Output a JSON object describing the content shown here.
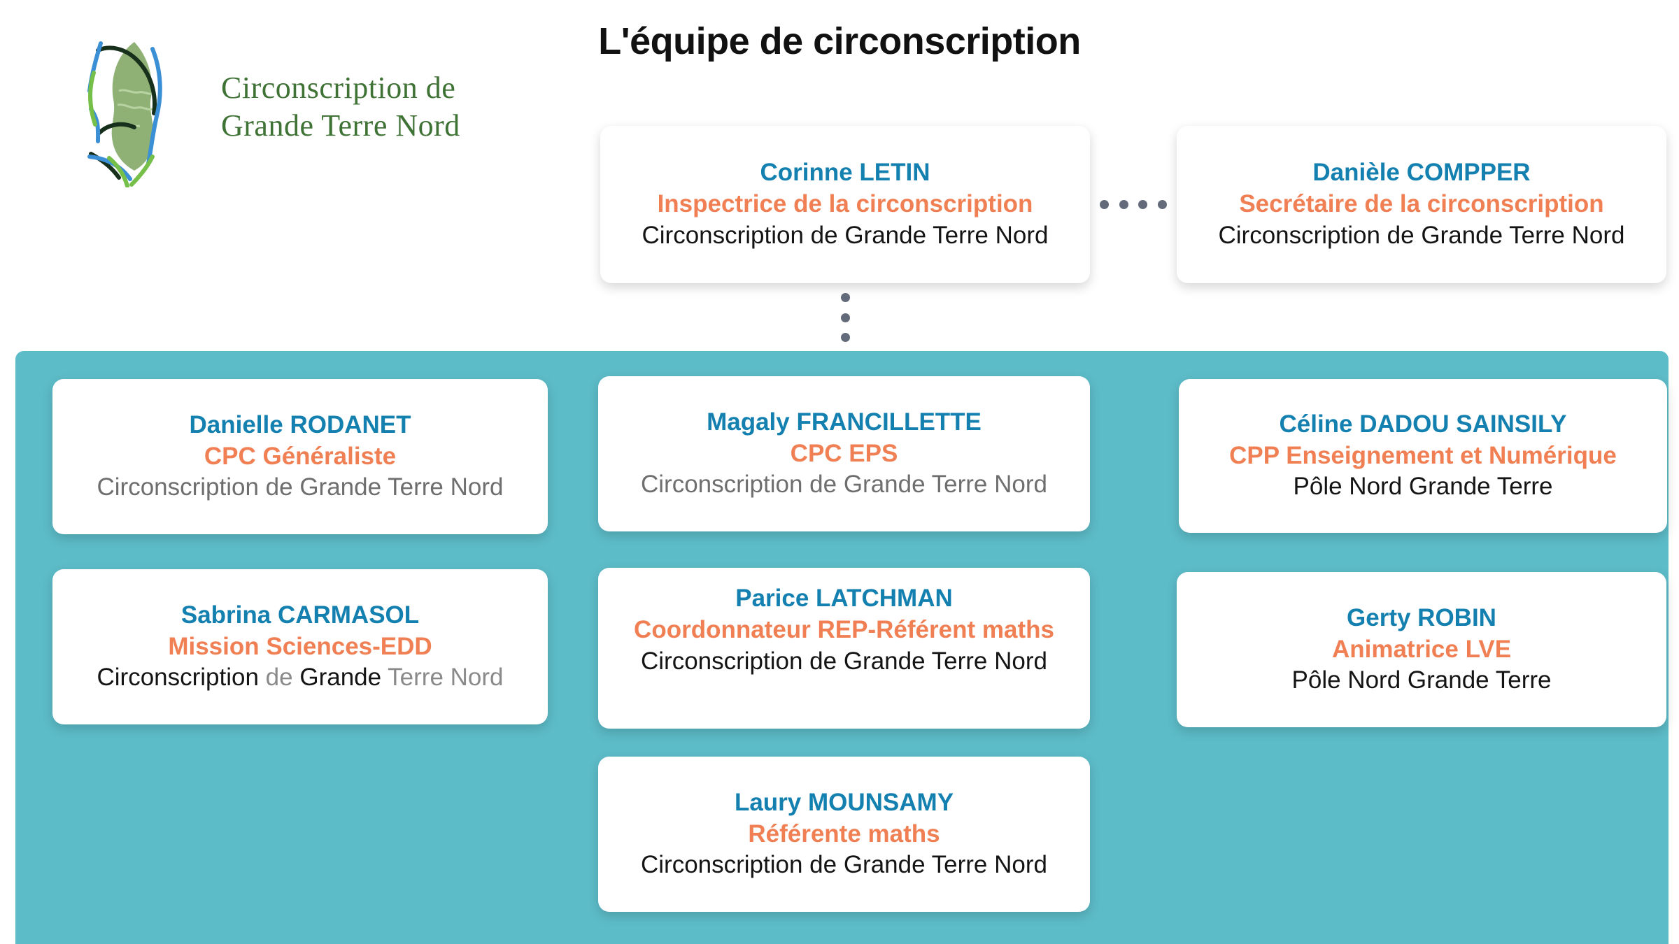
{
  "header": {
    "title": "L'équipe de circonscription",
    "logo": {
      "line1": "Circonscription de",
      "line2": "Grande Terre Nord",
      "mark_name": "grande-terre-nord-map-logo",
      "text_color": "#3f7235"
    }
  },
  "theme": {
    "panel_teal": "#5cbcc8",
    "name_blue": "#1380b0",
    "role_orange": "#f08054",
    "place_black": "#141414",
    "place_gray": "#8a8a8a",
    "connector_dot": "#636b7a"
  },
  "leadership": [
    {
      "name": "Corinne LETIN",
      "role": "Inspectrice de la circonscription",
      "place": "Circonscription de Grande Terre Nord"
    },
    {
      "name": "Danièle COMPPER",
      "role": "Secrétaire de la circonscription",
      "place": "Circonscription de Grande Terre Nord"
    }
  ],
  "connectors": {
    "horizontal_dots": 4,
    "vertical_dots": 3
  },
  "team": [
    {
      "name": "Danielle RODANET",
      "role": "CPC Généraliste",
      "place": "Circonscription de Grande Terre Nord"
    },
    {
      "name": "Magaly FRANCILLETTE",
      "role": "CPC EPS",
      "place": "Circonscription de Grande Terre Nord"
    },
    {
      "name": "Céline DADOU SAINSILY",
      "role": "CPP Enseignement et Numérique",
      "place": "Pôle Nord Grande Terre"
    },
    {
      "name": "Sabrina CARMASOL",
      "role": "Mission Sciences-EDD",
      "place_parts": [
        {
          "text": "Circonscription",
          "shade": "black"
        },
        {
          "text": " de ",
          "shade": "gray"
        },
        {
          "text": "Grande",
          "shade": "black"
        },
        {
          "text": " Terre Nord",
          "shade": "gray"
        }
      ]
    },
    {
      "name": "Parice LATCHMAN",
      "role": "Coordonnateur REP-Référent maths",
      "place": "Circonscription de Grande Terre Nord"
    },
    {
      "name": "Gerty ROBIN",
      "role": "Animatrice LVE",
      "place": "Pôle Nord Grande Terre"
    },
    {
      "name": "Laury MOUNSAMY",
      "role": "Référente maths",
      "place": "Circonscription de Grande Terre Nord"
    }
  ]
}
